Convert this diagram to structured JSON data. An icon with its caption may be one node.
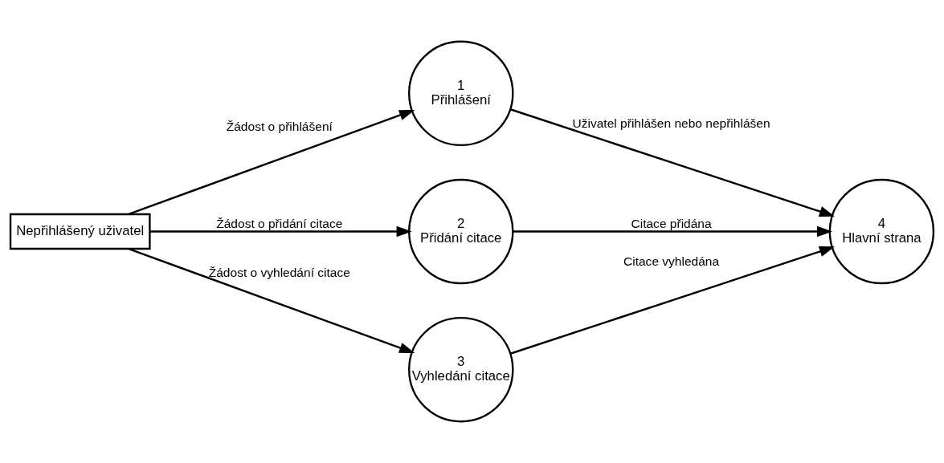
{
  "diagram": {
    "nodes": [
      {
        "text": [
          "Nepřihlášený uživatel"
        ]
      },
      {
        "text": [
          "1",
          "Přihlášení"
        ]
      },
      {
        "text": [
          "2",
          "Přidání citace"
        ]
      },
      {
        "text": [
          "3",
          "Vyhledání citace"
        ]
      },
      {
        "text": [
          "4",
          "Hlavní strana"
        ]
      }
    ],
    "edges": [
      {
        "from": 0,
        "to": 1,
        "arrow": "to",
        "label": "Žádost o přihlášení"
      },
      {
        "from": 0,
        "to": 2,
        "arrow": "to",
        "label": "Žádost o přidání citace"
      },
      {
        "from": 0,
        "to": 3,
        "arrow": "to",
        "label": "Žádost o vyhledání citace"
      },
      {
        "from": 1,
        "to": 4,
        "arrow": "to",
        "label": "Uživatel přihlášen nebo nepřihlášen"
      },
      {
        "from": 2,
        "to": 4,
        "arrow": "to",
        "label": "Citace přidána"
      },
      {
        "from": 3,
        "to": 4,
        "arrow": "to",
        "label": "Citace vyhledána"
      }
    ]
  }
}
